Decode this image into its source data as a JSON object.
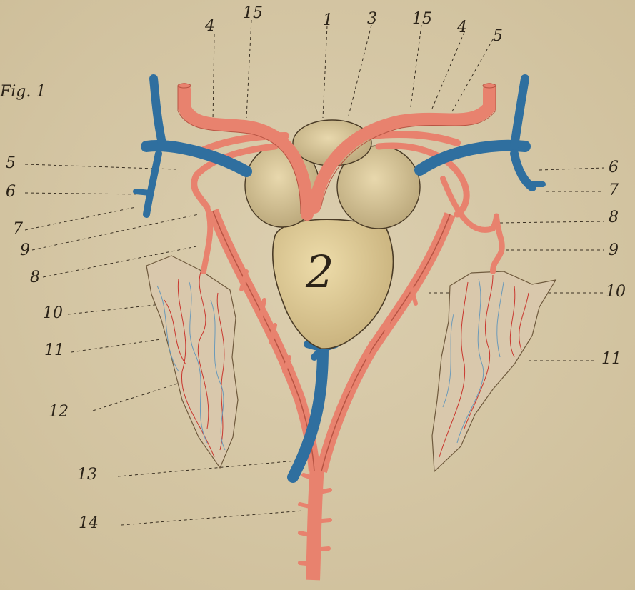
{
  "figure_label": "Fig. 1",
  "heart_label": "2",
  "labels": {
    "n1": "1",
    "n3": "3",
    "n4_left": "4",
    "n4_right": "4",
    "n5_top": "5",
    "n5_left": "5",
    "n6_left": "6",
    "n6_right": "6",
    "n7_left": "7",
    "n7_right": "7",
    "n8_left": "8",
    "n8_right": "8",
    "n9_left": "9",
    "n9_right": "9",
    "n10_left": "10",
    "n10_right": "10",
    "n11_left": "11",
    "n11_right": "11",
    "n12": "12",
    "n13": "13",
    "n14": "14",
    "n15_left": "15",
    "n15_right": "15"
  },
  "colors": {
    "paper": "#d7c9a8",
    "artery": "#e8826e",
    "vein": "#2f6f9f",
    "heart": "#e6d2a0",
    "ink": "#2b2318"
  }
}
